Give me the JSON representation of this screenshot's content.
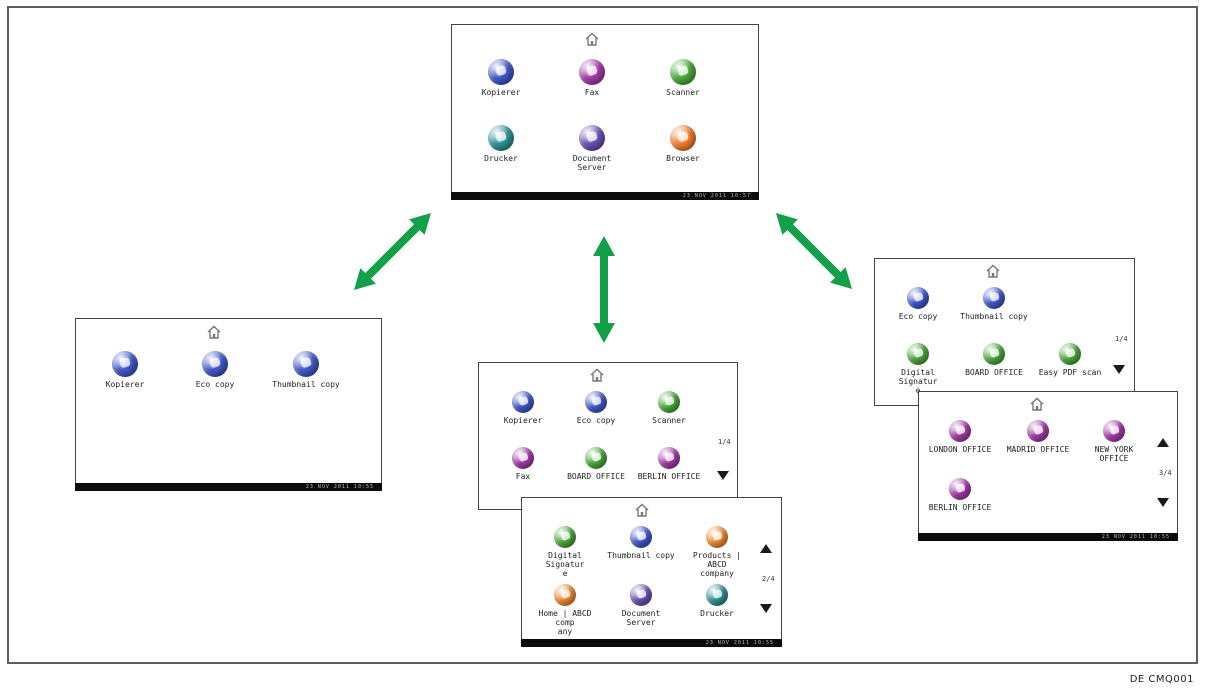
{
  "figure_code": "DE CMQ001",
  "colors": {
    "arrow": "#12a048",
    "blue": "#3f56c8",
    "purple": "#a13aa6",
    "green": "#4aa63a",
    "teal": "#2f8f91",
    "violet": "#6a4fb0",
    "orange": "#f07a2a",
    "orange_alt": "#ee8a2e"
  },
  "screen_top": {
    "status": "23 NOV 2011 10:57",
    "apps": [
      {
        "label": "Kopierer",
        "color": "blue",
        "icon": "copier-icon"
      },
      {
        "label": "Fax",
        "color": "purple",
        "icon": "fax-icon"
      },
      {
        "label": "Scanner",
        "color": "green",
        "icon": "scanner-icon"
      },
      {
        "label": "Drucker",
        "color": "teal",
        "icon": "printer-icon"
      },
      {
        "label": "Document\nServer",
        "color": "violet",
        "icon": "document-server-icon"
      },
      {
        "label": "Browser",
        "color": "orange",
        "icon": "browser-icon"
      }
    ]
  },
  "screen_left": {
    "status": "23 NOV 2011 10:55",
    "apps": [
      {
        "label": "Kopierer",
        "color": "blue",
        "icon": "copier-icon"
      },
      {
        "label": "Eco copy",
        "color": "blue",
        "icon": "eco-copy-icon"
      },
      {
        "label": "Thumbnail copy",
        "color": "blue",
        "icon": "thumbnail-copy-icon"
      }
    ]
  },
  "screen_center_back": {
    "page": "1/4",
    "apps": [
      {
        "label": "Kopierer",
        "color": "blue",
        "icon": "copier-icon"
      },
      {
        "label": "Eco copy",
        "color": "blue",
        "icon": "eco-copy-icon"
      },
      {
        "label": "Scanner",
        "color": "green",
        "icon": "scanner-icon"
      },
      {
        "label": "Fax",
        "color": "purple",
        "icon": "fax-icon"
      },
      {
        "label": "BOARD OFFICE",
        "color": "green",
        "icon": "board-office-icon"
      },
      {
        "label": "BERLIN OFFICE",
        "color": "purple",
        "icon": "berlin-office-icon"
      }
    ]
  },
  "screen_center_front": {
    "page": "2/4",
    "status": "23 NOV 2011 10:55",
    "apps": [
      {
        "label": "Digital Signatur\ne",
        "color": "green",
        "icon": "digital-signature-icon"
      },
      {
        "label": "Thumbnail copy",
        "color": "blue",
        "icon": "thumbnail-copy-icon"
      },
      {
        "label": "Products | ABCD\ncompany",
        "color": "orange_alt",
        "icon": "products-icon"
      },
      {
        "label": "Home | ABCD comp\nany",
        "color": "orange_alt",
        "icon": "home-page-icon"
      },
      {
        "label": "Document\nServer",
        "color": "violet",
        "icon": "document-server-icon"
      },
      {
        "label": "Drucker",
        "color": "teal",
        "icon": "printer-icon"
      }
    ]
  },
  "screen_right_back": {
    "page": "1/4",
    "apps": [
      {
        "label": "Eco copy",
        "color": "blue",
        "icon": "eco-copy-icon"
      },
      {
        "label": "Thumbnail copy",
        "color": "blue",
        "icon": "thumbnail-copy-icon"
      },
      {
        "label": "Digital Signatur\ne",
        "color": "green",
        "icon": "digital-signature-icon"
      },
      {
        "label": "BOARD OFFICE",
        "color": "green",
        "icon": "board-office-icon"
      },
      {
        "label": "Easy PDF scan",
        "color": "green",
        "icon": "easy-pdf-scan-icon"
      }
    ]
  },
  "screen_right_front": {
    "page": "3/4",
    "status": "23 NOV 2011 10:55",
    "apps": [
      {
        "label": "LONDON OFFICE",
        "color": "purple",
        "icon": "london-office-icon"
      },
      {
        "label": "MADRID OFFICE",
        "color": "purple",
        "icon": "madrid-office-icon"
      },
      {
        "label": "NEW YORK OFFICE",
        "color": "purple",
        "icon": "new-york-office-icon"
      },
      {
        "label": "BERLIN OFFICE",
        "color": "purple",
        "icon": "berlin-office-icon"
      }
    ]
  }
}
